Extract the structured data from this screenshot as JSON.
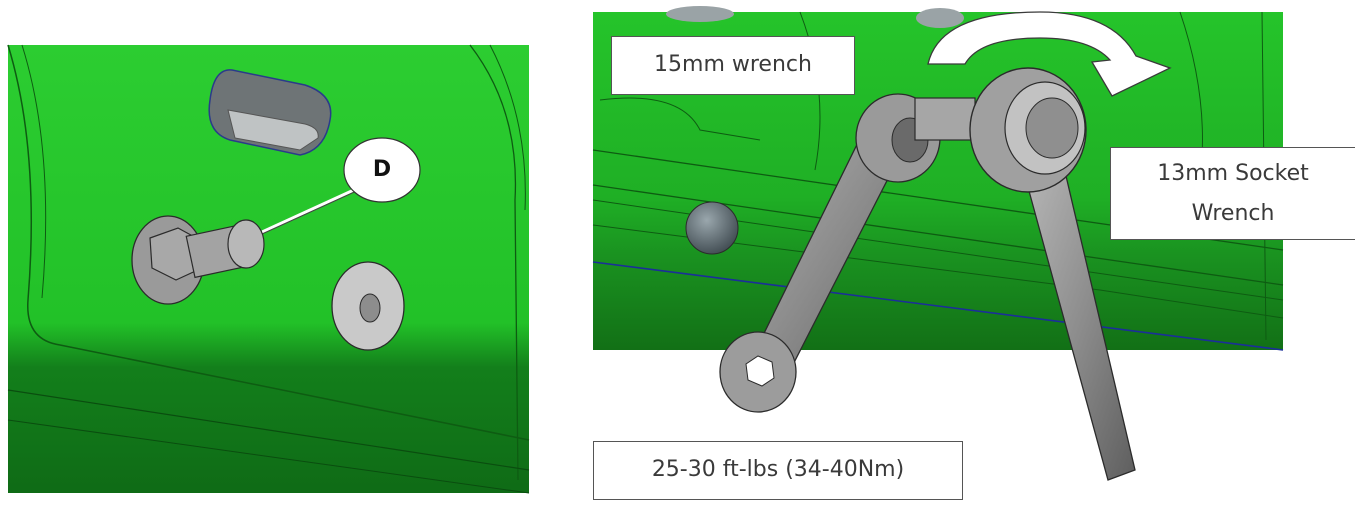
{
  "panels": {
    "left": {
      "marker_label": "D"
    },
    "right": {
      "callouts": {
        "wrench": "15mm wrench",
        "socket_line1": "13mm Socket",
        "socket_line2": "Wrench",
        "torque": "25-30 ft-lbs (34-40Nm)"
      }
    }
  },
  "colors": {
    "panel_green": "#25c42a",
    "panel_green_dark": "#0f7a17",
    "hardware_gray": "#8c8c8c",
    "outline": "#2b2b2b"
  },
  "icons": {
    "rotation_arrow": "curved-arrow-icon"
  }
}
